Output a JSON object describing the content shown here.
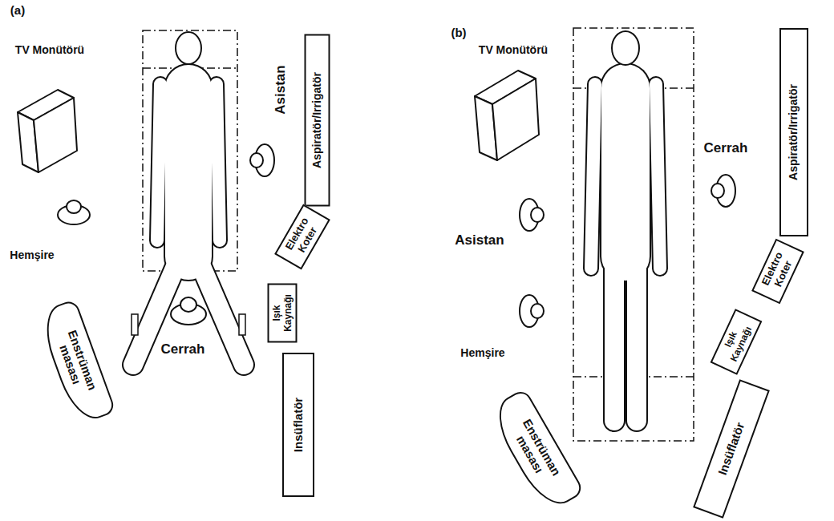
{
  "diagram": {
    "nodes": [
      {
        "text": [
          "Aspiratör/Irrigatör"
        ]
      },
      {
        "text": [
          "Elektro Koter"
        ]
      },
      {
        "text": [
          "Işık Kaynağı"
        ]
      },
      {
        "text": [
          "Enstrüman masası"
        ]
      },
      {
        "text": [
          "Insüflatör"
        ]
      },
      {
        "text": [
          "Aspiratör/Irrigatör"
        ]
      },
      {
        "text": [
          "Elektro Koter"
        ]
      },
      {
        "text": [
          "Işık Kaynağı"
        ]
      },
      {
        "text": [
          "Enstrüman masası"
        ]
      },
      {
        "text": [
          "Insüflatör"
        ]
      }
    ],
    "labels": [
      "(a)",
      "TV Monütörü",
      "Asistan",
      "Hemşire",
      "Cerrah",
      "(b)",
      "TV Monütörü",
      "Asistan",
      "Cerrah",
      "Hemşire"
    ]
  }
}
